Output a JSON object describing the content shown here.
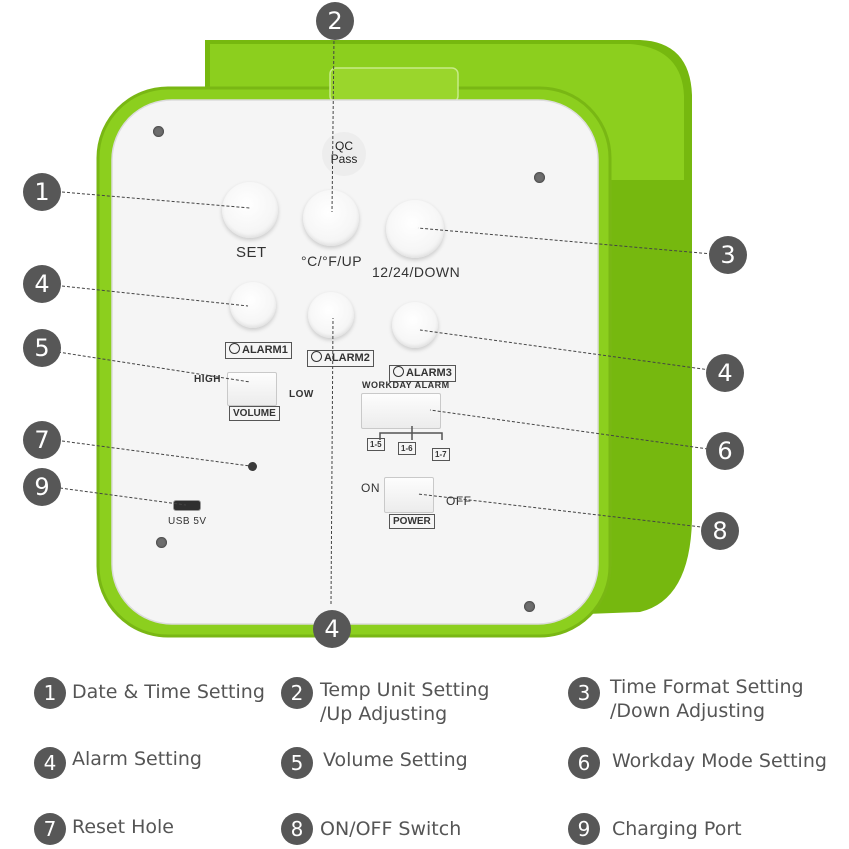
{
  "device": {
    "qc_label": [
      "QC",
      "Pass"
    ],
    "button_labels": {
      "set": "SET",
      "up": "°C/°F/UP",
      "down": "12/24/DOWN",
      "alarm1": "ALARM1",
      "alarm2": "ALARM2",
      "alarm3": "ALARM3"
    },
    "volume": {
      "high": "HIGH",
      "low": "LOW",
      "label": "VOLUME"
    },
    "workday": {
      "label": "WORKDAY ALARM",
      "options": [
        "1-5",
        "1-6",
        "1-7"
      ]
    },
    "power": {
      "on": "ON",
      "off": "OFF",
      "label": "POWER"
    },
    "usb_label": "USB 5V",
    "colors": {
      "shell": "#8ccf1e",
      "shell_dark": "#6fae0e",
      "panel": "#f4f4f4",
      "callout": "#575757"
    }
  },
  "callouts": [
    "1",
    "2",
    "3",
    "4",
    "5",
    "7",
    "9",
    "4",
    "4",
    "6",
    "8"
  ],
  "legend": [
    {
      "num": "1",
      "text": [
        "Date & Time Setting"
      ]
    },
    {
      "num": "2",
      "text": [
        "Temp Unit Setting",
        "/Up Adjusting"
      ]
    },
    {
      "num": "3",
      "text": [
        "Time Format Setting",
        "/Down Adjusting"
      ]
    },
    {
      "num": "4",
      "text": [
        "Alarm Setting"
      ]
    },
    {
      "num": "5",
      "text": [
        "Volume Setting"
      ]
    },
    {
      "num": "6",
      "text": [
        "Workday Mode Setting"
      ]
    },
    {
      "num": "7",
      "text": [
        "Reset Hole"
      ]
    },
    {
      "num": "8",
      "text": [
        "ON/OFF Switch"
      ]
    },
    {
      "num": "9",
      "text": [
        "Charging Port"
      ]
    }
  ]
}
